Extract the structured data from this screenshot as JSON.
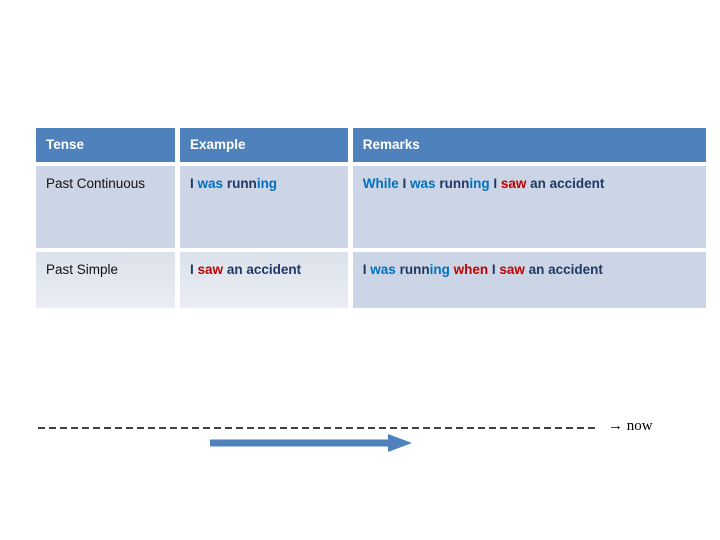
{
  "table": {
    "headers": [
      "Tense",
      "Example",
      "Remarks"
    ],
    "rows": [
      {
        "tense": "Past Continuous",
        "example_segments": [
          {
            "text": "I ",
            "style": "navy"
          },
          {
            "text": "was ",
            "style": "blue"
          },
          {
            "text": "runn",
            "style": "navy"
          },
          {
            "text": "ing",
            "style": "blue"
          }
        ],
        "remarks_segments": [
          {
            "text": "While ",
            "style": "blue"
          },
          {
            "text": "I ",
            "style": "navy"
          },
          {
            "text": "was ",
            "style": "blue"
          },
          {
            "text": "runn",
            "style": "navy"
          },
          {
            "text": "ing ",
            "style": "blue"
          },
          {
            "text": "I ",
            "style": "navy"
          },
          {
            "text": "saw ",
            "style": "red"
          },
          {
            "text": "an accident",
            "style": "navy"
          }
        ]
      },
      {
        "tense": "Past Simple",
        "example_segments": [
          {
            "text": "I ",
            "style": "navy"
          },
          {
            "text": "saw ",
            "style": "red"
          },
          {
            "text": "an accident",
            "style": "navy"
          }
        ],
        "remarks_segments": [
          {
            "text": "I ",
            "style": "navy"
          },
          {
            "text": "was ",
            "style": "blue"
          },
          {
            "text": "runn",
            "style": "navy"
          },
          {
            "text": "ing ",
            "style": "blue"
          },
          {
            "text": "when ",
            "style": "red"
          },
          {
            "text": "I ",
            "style": "navy"
          },
          {
            "text": "saw ",
            "style": "red"
          },
          {
            "text": "an accident",
            "style": "navy"
          }
        ]
      }
    ]
  },
  "timeline": {
    "now_label": "→ now",
    "dashed_line_color": "#000000",
    "arrow_color": "#4F81BD"
  },
  "colors": {
    "header_blue": "#4F81BD",
    "cell_blue_grey": "#CBD5E5",
    "cell_light": "#EAEDF3",
    "navy": "#1F3864",
    "bright_blue": "#0070C0",
    "red": "#C00000"
  }
}
